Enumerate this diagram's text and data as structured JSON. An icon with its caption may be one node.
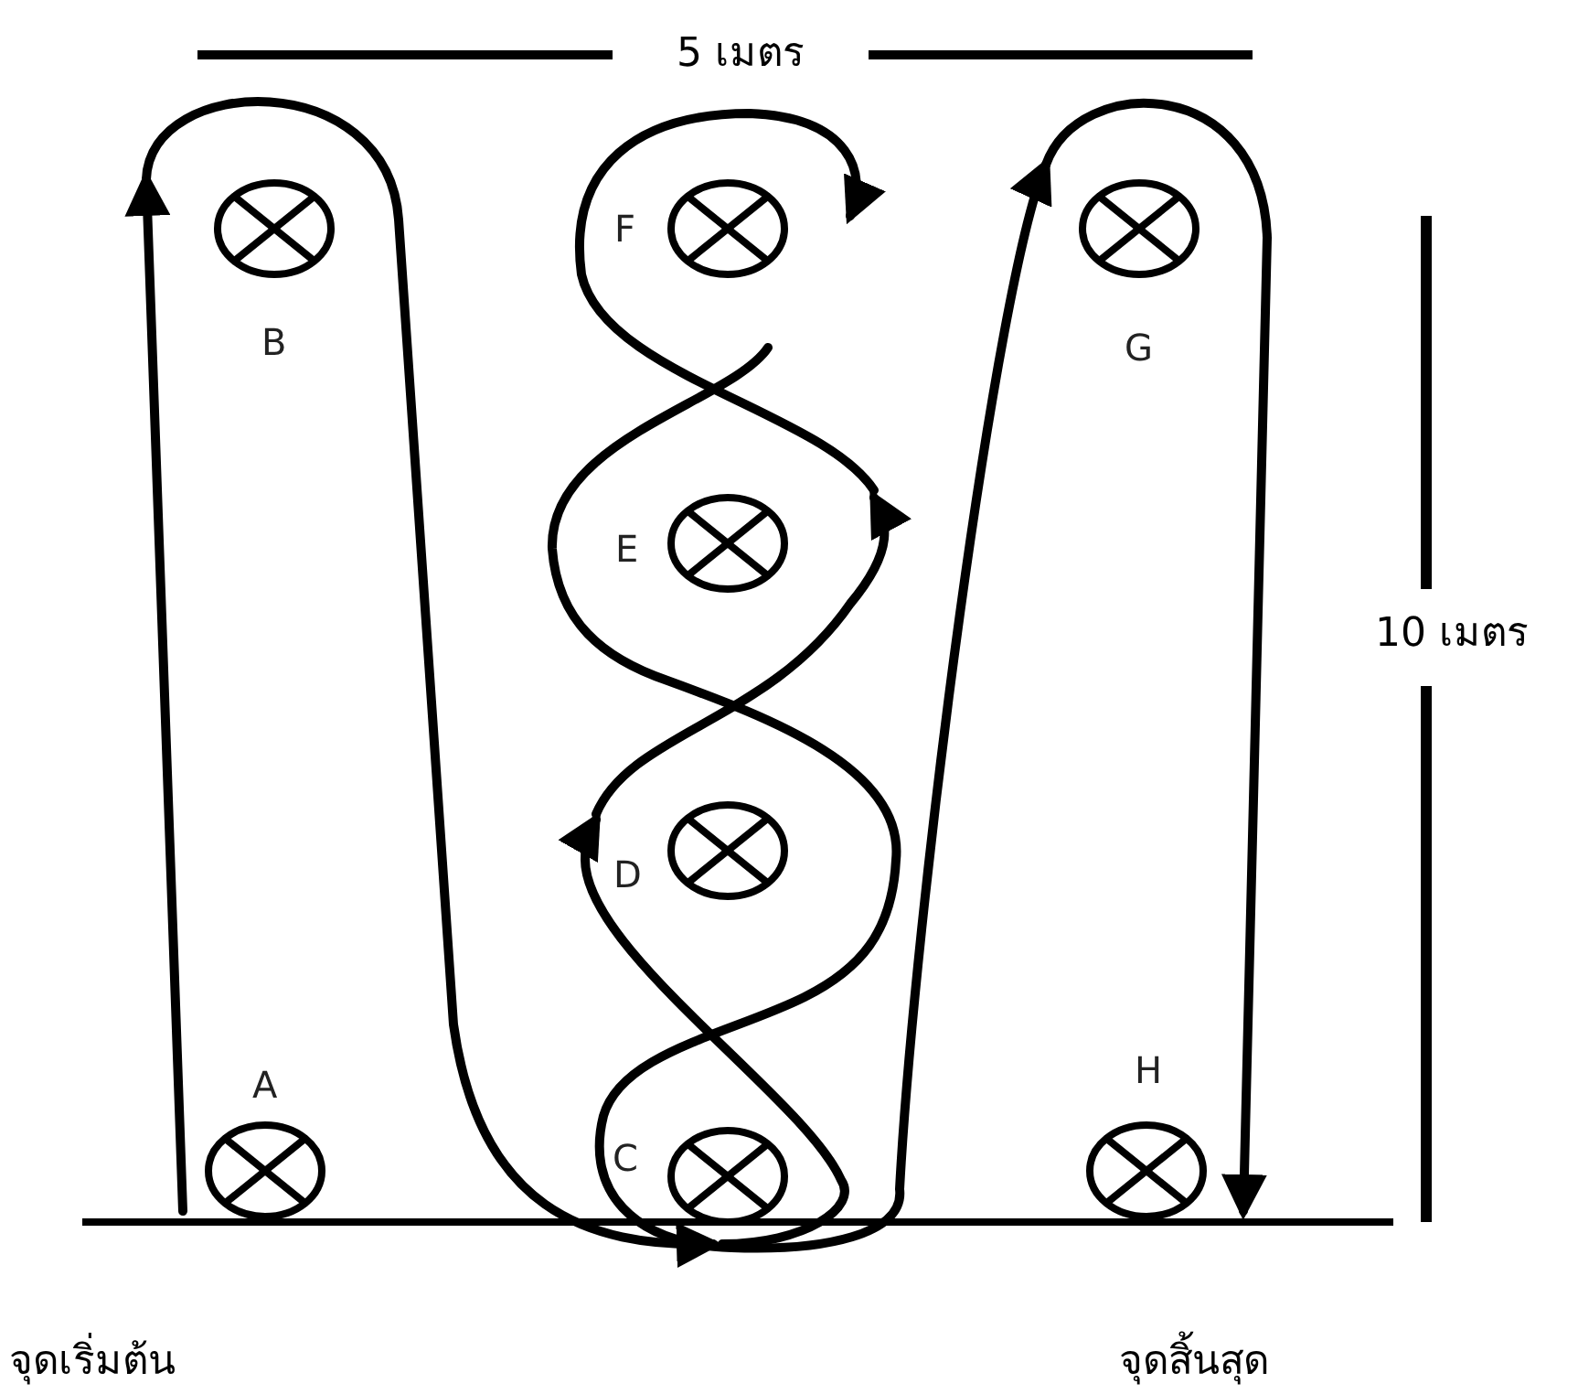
{
  "diagram": {
    "nodes": [
      {
        "text": [
          "A"
        ]
      },
      {
        "text": [
          "B"
        ]
      },
      {
        "text": [
          "C"
        ]
      },
      {
        "text": [
          "D"
        ]
      },
      {
        "text": [
          "E"
        ]
      },
      {
        "text": [
          "F"
        ]
      },
      {
        "text": [
          "G"
        ]
      },
      {
        "text": [
          "H"
        ]
      }
    ],
    "edges": [
      {
        "from": 0,
        "to": 1,
        "arrow": "to"
      },
      {
        "from": 1,
        "to": 2,
        "arrow": "to"
      },
      {
        "from": 2,
        "to": 3,
        "arrow": "to"
      },
      {
        "from": 3,
        "to": 4,
        "arrow": "to"
      },
      {
        "from": 4,
        "to": 5,
        "arrow": "to"
      },
      {
        "from": 5,
        "to": 6,
        "arrow": "to"
      },
      {
        "from": 6,
        "to": 7,
        "arrow": "to"
      }
    ],
    "labels": [
      "5 เมตร",
      "10 เมตร",
      "จุดเริ่มต้น",
      "จุดสิ้นสุด"
    ]
  }
}
